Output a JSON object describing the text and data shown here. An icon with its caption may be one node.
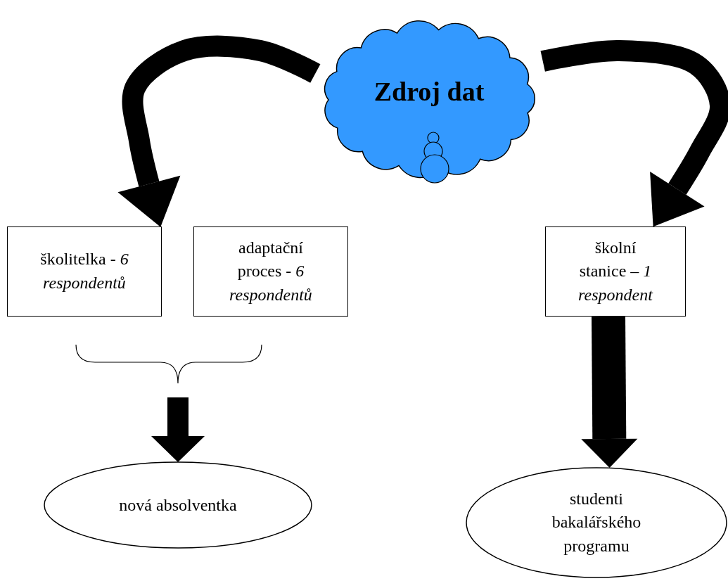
{
  "diagram": {
    "nodes": [
      {
        "text": [
          "Zdroj dat"
        ]
      },
      {
        "text": [
          "školitelka - *6 respondentů*"
        ]
      },
      {
        "text": [
          "adaptační proces - *6 respondentů*"
        ]
      },
      {
        "text": [
          "školní stanice – *1 respondent*"
        ]
      },
      {
        "text": [
          "nová absolventka"
        ]
      },
      {
        "text": [
          "studenti bakalářského programu"
        ]
      }
    ],
    "edges": [
      {
        "from": 0,
        "to": 1,
        "arrow": "to"
      },
      {
        "from": 0,
        "to": 3,
        "arrow": "to"
      },
      {
        "from": null,
        "to": 4,
        "arrow": "to"
      },
      {
        "from": 3,
        "to": 5,
        "arrow": "to"
      }
    ]
  }
}
